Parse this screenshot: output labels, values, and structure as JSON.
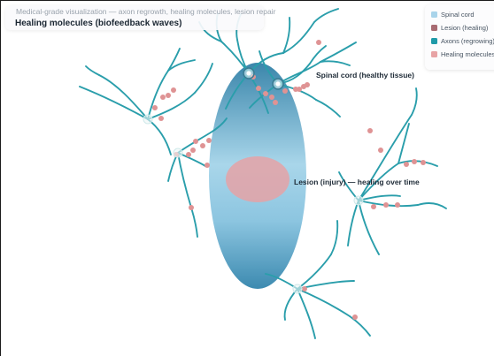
{
  "header": {
    "subtitle": "Medical-grade visualization — axon regrowth, healing molecules, lesion repair",
    "title": "Healing molecules (biofeedback waves)"
  },
  "legend": [
    {
      "label": "Spinal cord",
      "color": "#a9d4ea"
    },
    {
      "label": "Lesion (healing)",
      "color": "#a86b72"
    },
    {
      "label": "Axons (regrowing)",
      "color": "#1f9aa8"
    },
    {
      "label": "Healing molecules",
      "color": "#e7a3a5"
    }
  ],
  "annotations": {
    "spinal_cord": "Spinal cord (healthy tissue)",
    "lesion": "Lesion (injury) — healing over time"
  },
  "colors": {
    "axon": "#2a9eab",
    "molecule": "#df9394",
    "cord_light": "#a7d3e8",
    "cord_dark": "#3f90b2",
    "lesion_fill": "#e5a2a6"
  }
}
